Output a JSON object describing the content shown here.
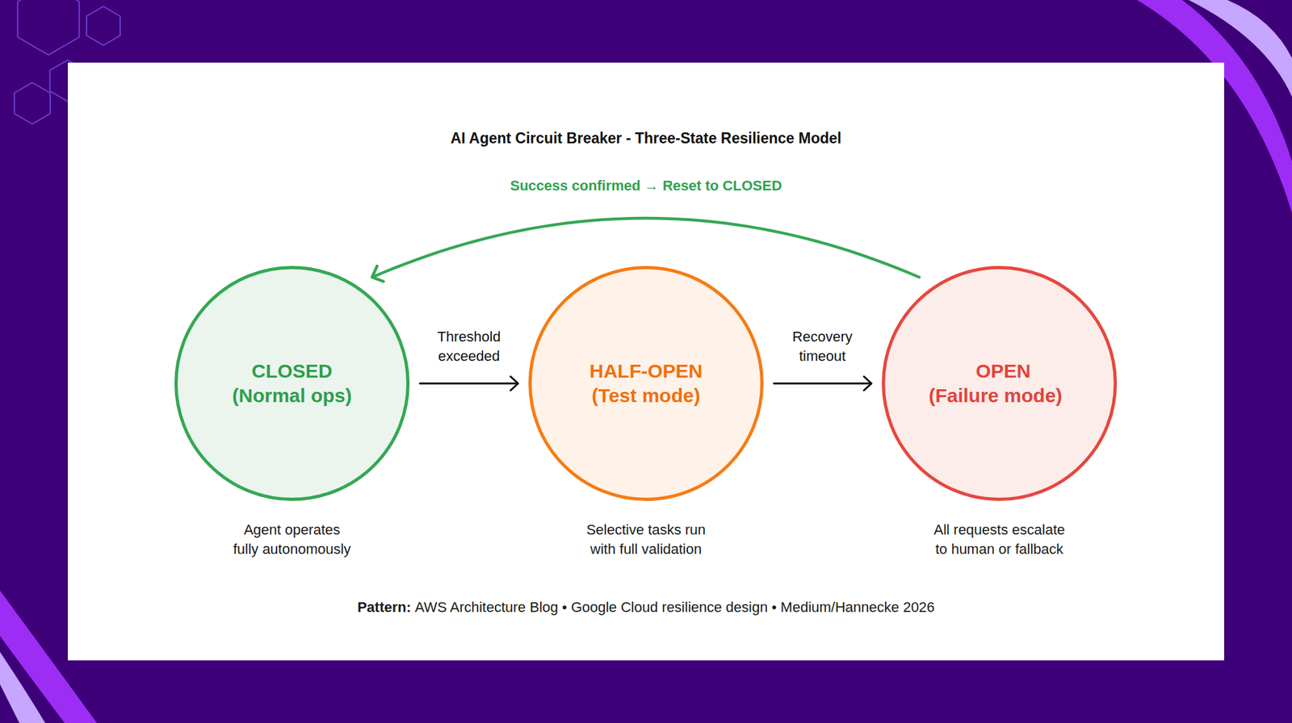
{
  "diagram": {
    "title": "AI Agent Circuit Breaker - Three-State Resilience Model",
    "nodes": [
      {
        "text": [
          "CLOSED (Normal ops)",
          "Agent operates fully autonomously"
        ]
      },
      {
        "text": [
          "HALF-OPEN (Test mode)",
          "Selective tasks run with full validation"
        ]
      },
      {
        "text": [
          "OPEN (Failure mode)",
          "All requests escalate to human or fallback"
        ]
      }
    ],
    "edges": [
      {
        "from": 0,
        "to": 1,
        "label": "Threshold exceeded",
        "arrow": "to"
      },
      {
        "from": 1,
        "to": 2,
        "label": "Recovery timeout",
        "arrow": "to"
      },
      {
        "from": 2,
        "to": 0,
        "label": "Success confirmed → Reset to CLOSED",
        "arrow": "to"
      }
    ],
    "labels": [
      "Pattern:",
      "AWS Architecture Blog • Google Cloud resilience design • Medium/Hannecke 2026"
    ]
  }
}
